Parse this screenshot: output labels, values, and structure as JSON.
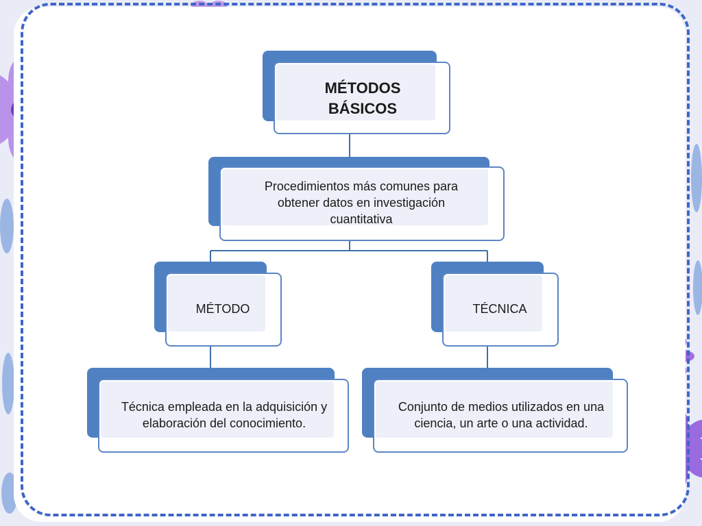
{
  "diagram": {
    "root": {
      "text": "MÉTODOS\nBÁSICOS"
    },
    "definition": {
      "text": "Procedimientos más comunes para obtener datos en investigación cuantitativa"
    },
    "branches": [
      {
        "title": "MÉTODO",
        "description": "Técnica empleada en la adquisición y elaboración del conocimiento."
      },
      {
        "title": "TÉCNICA",
        "description": "Conjunto de medios utilizados en una ciencia, un arte o una actividad."
      }
    ]
  },
  "colors": {
    "accent": "#4f81c2",
    "border": "#5b86c5",
    "connector": "#3f6fa8",
    "dashed_frame": "#3f66c8",
    "flower_violet": "#9b6fe0"
  }
}
